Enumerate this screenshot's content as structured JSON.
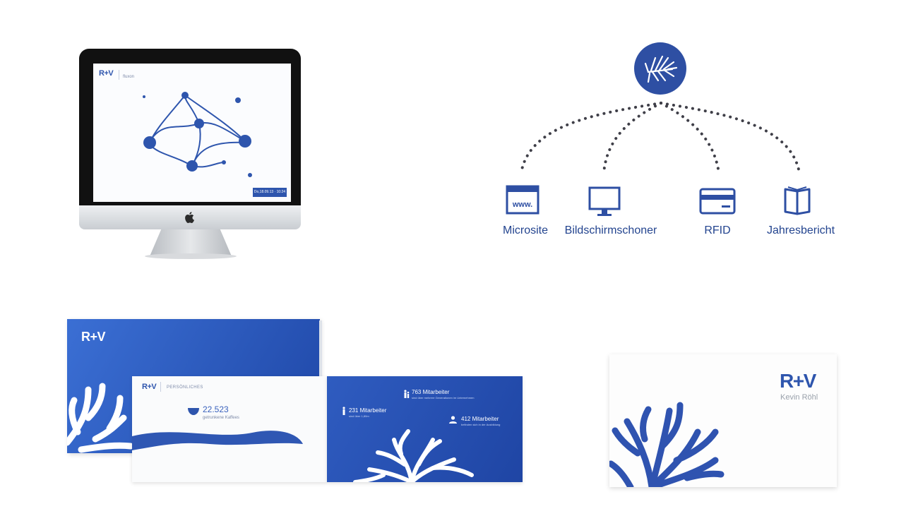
{
  "imac": {
    "screen_logo": "R+V",
    "screen_app": "fluxon",
    "screen_date": "Do,18.09.13 · 10:24"
  },
  "diagram": {
    "hub_icon": "coral-icon",
    "channels": [
      {
        "id": "microsite",
        "label": "Microsite",
        "icon": "browser-window-icon",
        "icon_text": "www."
      },
      {
        "id": "screensaver",
        "label": "Bildschirmschoner",
        "icon": "monitor-icon"
      },
      {
        "id": "rfid",
        "label": "RFID",
        "icon": "card-icon"
      },
      {
        "id": "annual-report",
        "label": "Jahresbericht",
        "icon": "open-book-icon"
      }
    ]
  },
  "brochure": {
    "back_logo": "R+V",
    "logo": "R+V",
    "section": "PERSÖNLICHES",
    "coffee_value": "22.523",
    "coffee_caption": "getrunkene Kaffees",
    "stats": [
      {
        "value": "763 Mitarbeiter",
        "caption": "sind über mehrere Generationen im Unternehmen"
      },
      {
        "value": "231 Mitarbeiter",
        "caption": "sind über 1,80m"
      },
      {
        "value": "412 Mitarbeiter",
        "caption": "befinden sich in der Ausbildung"
      }
    ]
  },
  "card": {
    "logo": "R+V",
    "name": "Kevin Röhl"
  },
  "colors": {
    "brand_blue": "#2e4fa3",
    "dots": "#3f3f48"
  }
}
